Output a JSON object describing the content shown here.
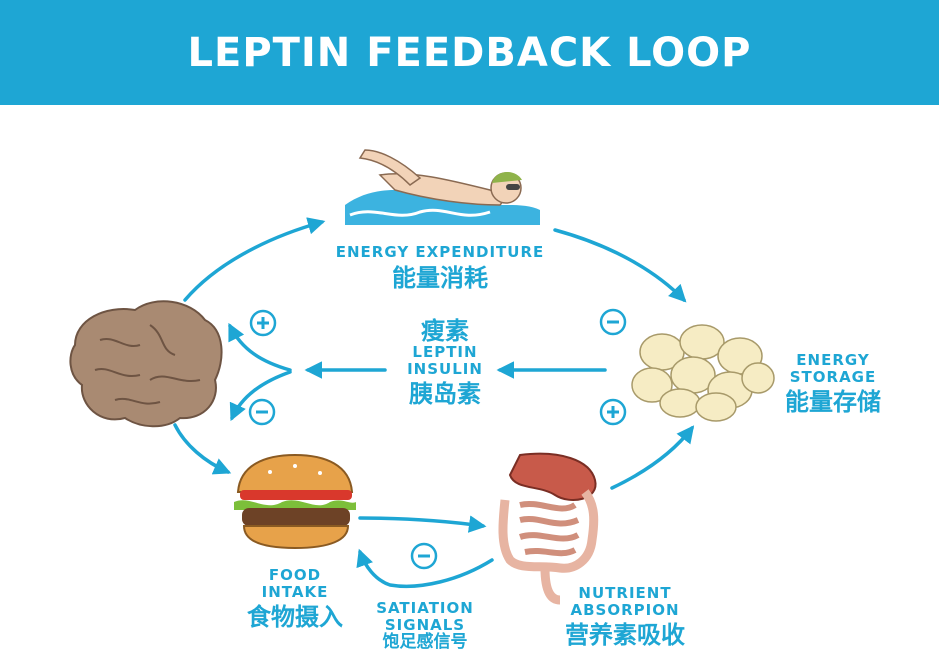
{
  "title": "LEPTIN FEEDBACK LOOP",
  "colors": {
    "accent": "#1ea6d4",
    "background": "#ffffff"
  },
  "nodes": {
    "energy_expenditure": {
      "en": "ENERGY EXPENDITURE",
      "zh": "能量消耗"
    },
    "energy_storage": {
      "en_line1": "ENERGY",
      "en_line2": "STORAGE",
      "zh": "能量存储"
    },
    "nutrient_absorption": {
      "en_line1": "NUTRIENT",
      "en_line2": "ABSORPION",
      "zh": "营养素吸收"
    },
    "food_intake": {
      "en_line1": "FOOD",
      "en_line2": "INTAKE",
      "zh": "食物摄入"
    },
    "satiation": {
      "en_line1": "SATIATION",
      "en_line2": "SIGNALS",
      "zh": "饱足感信号"
    },
    "center": {
      "zh_top": "瘦素",
      "en_line1": "LEPTIN",
      "en_line2": "INSULIN",
      "zh_bottom": "胰岛素"
    }
  },
  "signs": {
    "plus": "+",
    "minus": "−"
  },
  "icons": [
    "swimmer-icon",
    "fat-cells-icon",
    "digestive-system-icon",
    "burger-icon",
    "brain-icon"
  ]
}
